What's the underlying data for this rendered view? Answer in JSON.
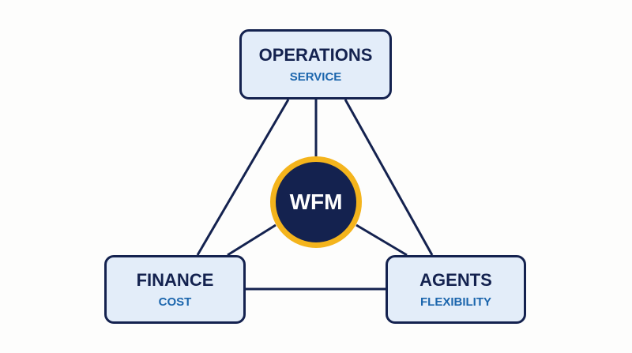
{
  "diagram": {
    "hub": {
      "label": "WFM"
    },
    "nodes": {
      "operations": {
        "title": "OPERATIONS",
        "subtitle": "SERVICE"
      },
      "finance": {
        "title": "FINANCE",
        "subtitle": "COST"
      },
      "agents": {
        "title": "AGENTS",
        "subtitle": "FLEXIBILITY"
      }
    },
    "connections": [
      [
        "operations",
        "finance"
      ],
      [
        "operations",
        "agents"
      ],
      [
        "finance",
        "agents"
      ],
      [
        "hub",
        "operations"
      ],
      [
        "hub",
        "finance"
      ],
      [
        "hub",
        "agents"
      ]
    ]
  },
  "colors": {
    "background": "#fdfdfc",
    "node_fill": "#e3edf9",
    "navy": "#14224f",
    "subtitle_blue": "#1c66ad",
    "hub_ring": "#f4b41c",
    "hub_text": "#ffffff"
  }
}
